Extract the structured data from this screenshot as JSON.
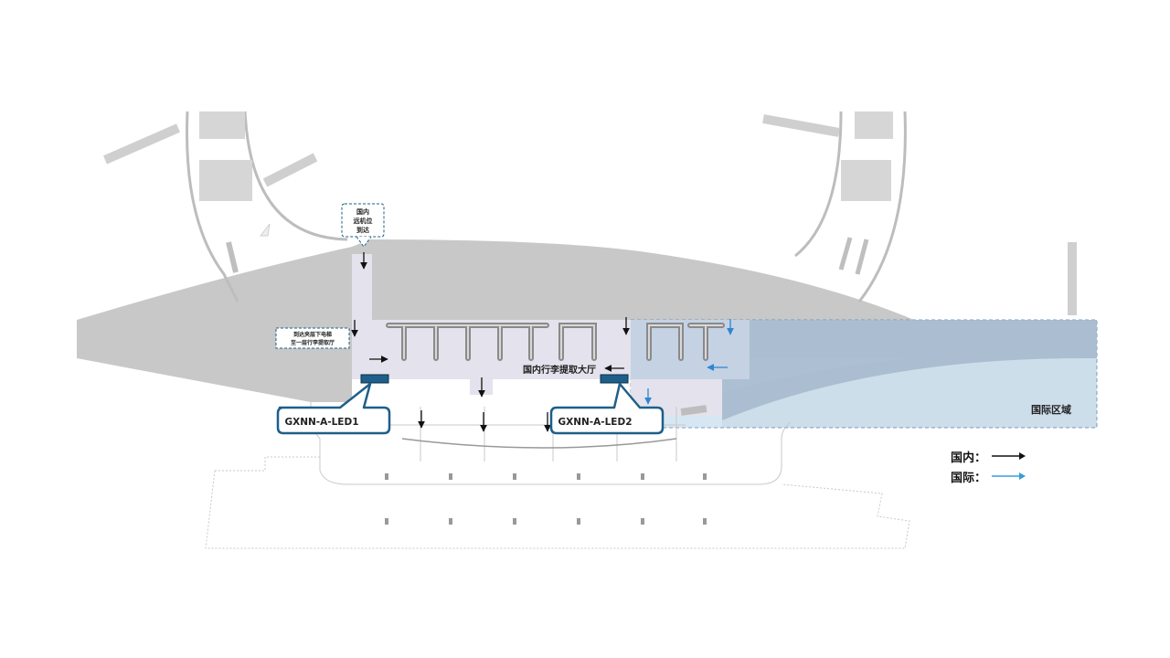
{
  "diagram": {
    "hall_label": "国内行李提取大厅",
    "intl_zone_label": "国际区域",
    "remote_stand_note": [
      "国内",
      "远机位",
      "到达"
    ],
    "escalator_note": [
      "到达夹层下电梯",
      "至一层行李提取厅"
    ],
    "devices": [
      {
        "id": "led1",
        "label": "GXNN-A-LED1"
      },
      {
        "id": "led2",
        "label": "GXNN-A-LED2"
      }
    ]
  },
  "legend": {
    "items": [
      {
        "label": "国内：",
        "color": "#111111"
      },
      {
        "label": "国际：",
        "color": "#3a9bd9"
      }
    ]
  },
  "colors": {
    "apron": "#c8c8c8",
    "hall": "#e4e2ec",
    "intl_zone": "#cfe3f2",
    "intl_overlay": "#9fb3c8",
    "device": "#1d5f8a",
    "callout_border": "#1d5f8a",
    "domestic_arrow": "#111111",
    "intl_arrow": "#2e86d0"
  }
}
